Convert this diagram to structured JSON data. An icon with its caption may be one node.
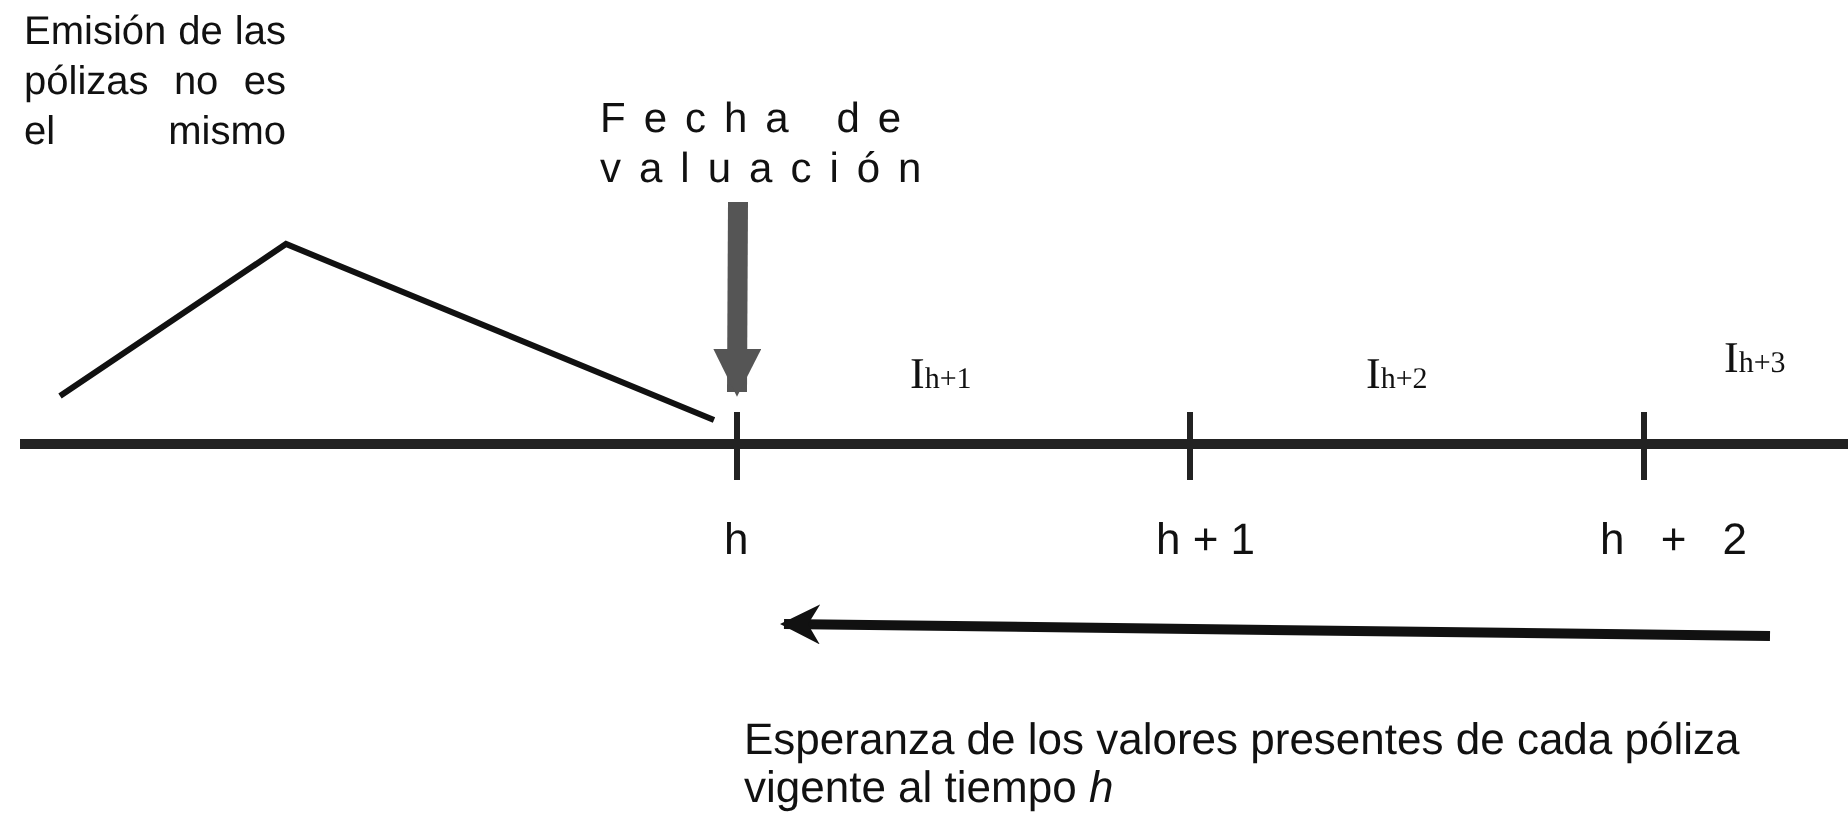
{
  "diagram": {
    "nodes": [
      {
        "text": [
          "Emisión de las pólizas no es el mismo"
        ]
      },
      {
        "text": [
          "Fecha de valuación"
        ]
      },
      {
        "text": [],
        "shape": "bar"
      }
    ],
    "edges": [
      {
        "from": 1,
        "to": 2,
        "arrow": "to"
      }
    ],
    "labels": [
      "I$_{h+1}$",
      "I$_{h+2}$",
      "I$_{h+3}$",
      "h",
      "h + 1",
      "h + 2",
      "Esperanza de los valores presentes de cada póliza vigente al tiempo *h*"
    ]
  }
}
